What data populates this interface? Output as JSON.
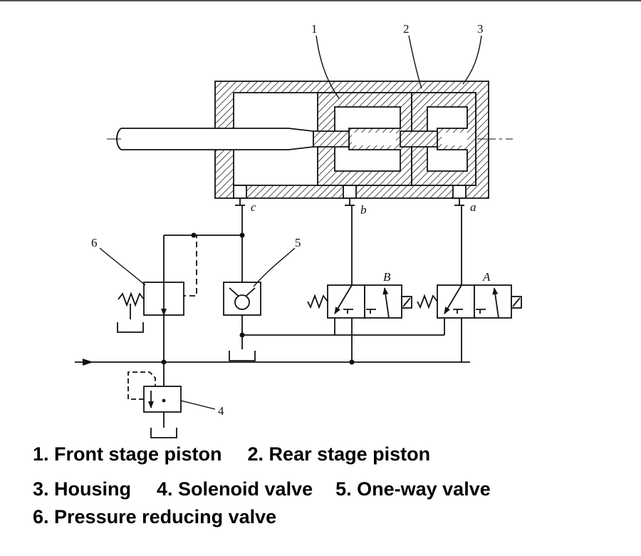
{
  "callouts": {
    "n1": "1",
    "n2": "2",
    "n3": "3",
    "n4": "4",
    "n5": "5",
    "n6": "6"
  },
  "ports": {
    "a": "a",
    "b": "b",
    "c": "c"
  },
  "valves": {
    "A": "A",
    "B": "B"
  },
  "legend": {
    "item1": "1. Front stage piston",
    "item2": "2. Rear stage piston",
    "item3": "3. Housing",
    "item4": "4. Solenoid valve",
    "item5": "5. One-way valve",
    "item6": "6. Pressure reducing valve"
  }
}
